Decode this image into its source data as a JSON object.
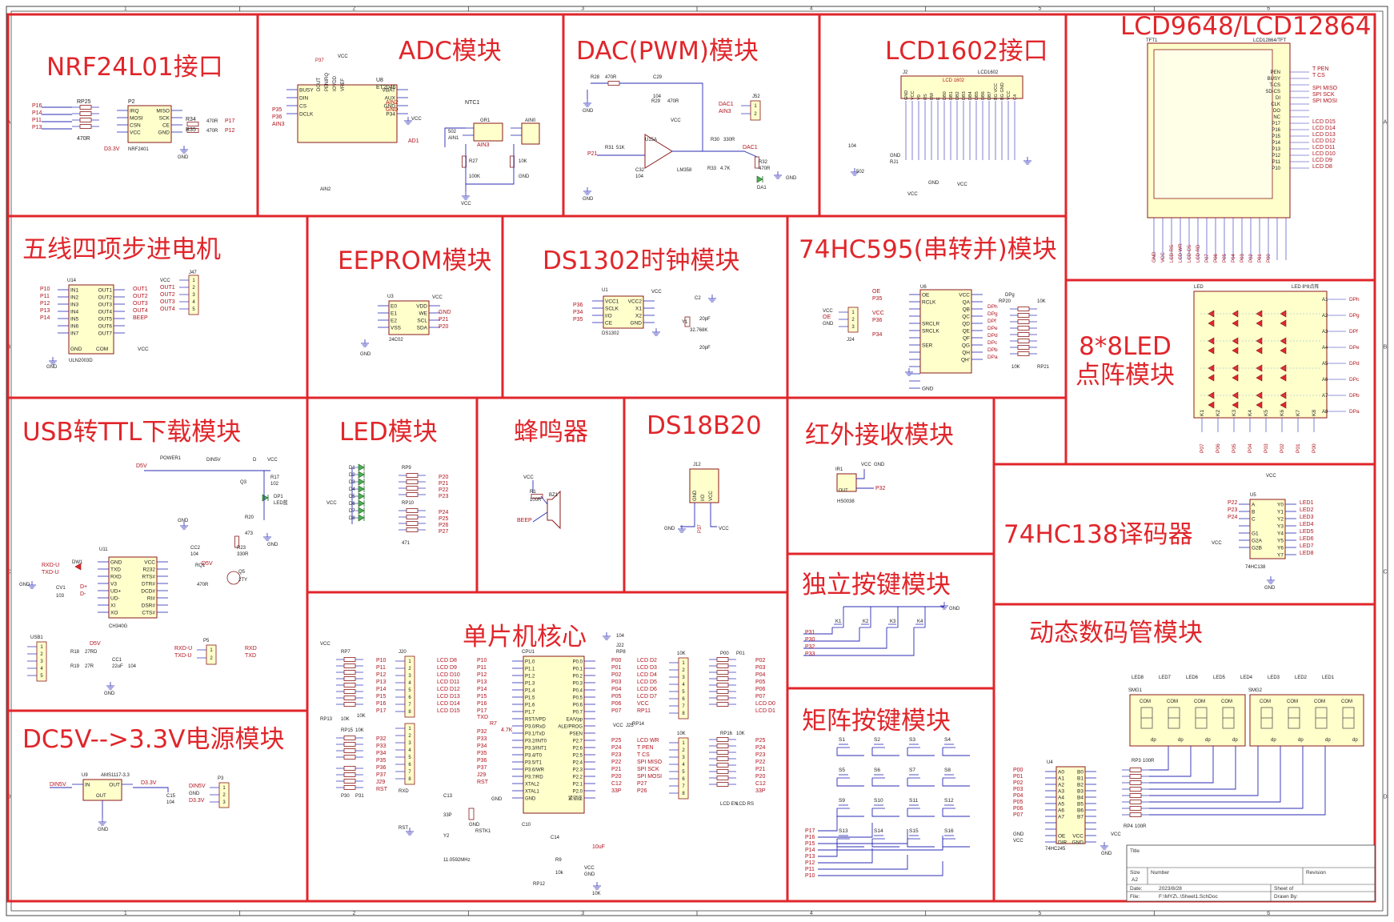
{
  "modules": [
    {
      "id": "nrf",
      "title": "NRF24L01接口"
    },
    {
      "id": "adc",
      "title": "ADC模块"
    },
    {
      "id": "dac",
      "title": "DAC(PWM)模块"
    },
    {
      "id": "lcd1602",
      "title": "LCD1602接口"
    },
    {
      "id": "lcd9648",
      "title": "LCD9648/LCD12864"
    },
    {
      "id": "stepper",
      "title": "五线四项步进电机"
    },
    {
      "id": "eeprom",
      "title": "EEPROM模块"
    },
    {
      "id": "ds1302",
      "title": "DS1302时钟模块"
    },
    {
      "id": "hc595",
      "title": "74HC595(串转并)模块"
    },
    {
      "id": "matrix",
      "title": "8*8LED 点阵模块"
    },
    {
      "id": "usbttl",
      "title": "USB转TTL下载模块"
    },
    {
      "id": "led",
      "title": "LED模块"
    },
    {
      "id": "buzzer",
      "title": "蜂鸣器"
    },
    {
      "id": "ds18b20",
      "title": "DS18B20"
    },
    {
      "id": "ir",
      "title": "红外接收模块"
    },
    {
      "id": "hc138",
      "title": "74HC138译码器"
    },
    {
      "id": "keys",
      "title": "独立按键模块"
    },
    {
      "id": "mcu",
      "title": "单片机核心"
    },
    {
      "id": "seg",
      "title": "动态数码管模块"
    },
    {
      "id": "power",
      "title": "DC5V-->3.3V电源模块"
    },
    {
      "id": "matkeys",
      "title": "矩阵按键模块"
    }
  ],
  "labels": {
    "nrf": [
      "P16",
      "P14",
      "P11",
      "P13",
      "RP25",
      "470R",
      "P2",
      "IRQ",
      "MOSI",
      "CSN",
      "VCC",
      "MISO",
      "SCK",
      "CE",
      "GND",
      "R34",
      "R35",
      "470R",
      "470R",
      "P17",
      "P12",
      "D3.3V",
      "NRF2401",
      "GND"
    ],
    "adc": [
      "P37",
      "VCC",
      "U8",
      "ET2046",
      "BUSY",
      "DIN",
      "CS",
      "DCLK",
      "DOUT",
      "PENIRQ",
      "IOVDD",
      "VREF",
      "VBAT",
      "AUX",
      "GND",
      "P34",
      "P35",
      "P36",
      "AIN3",
      "AIN2",
      "GND",
      "VCC",
      "NTC1",
      "GR1",
      "AIN0",
      "AD1",
      "502",
      "AIN1",
      "R26",
      "R27",
      "10K",
      "100K",
      "GND",
      "VCC",
      "AIN2",
      "AIN3"
    ],
    "dac": [
      "R28",
      "470R",
      "C29",
      "104",
      "R29",
      "470R",
      "VCC",
      "GND",
      "DAC1",
      "AIN3",
      "J52",
      "R31",
      "51K",
      "U15A",
      "P21",
      "C32",
      "104",
      "LM358",
      "R30",
      "330R",
      "R33",
      "4.7K",
      "DAC1",
      "R32",
      "470R",
      "DA1",
      "GND",
      "GND"
    ],
    "lcd1602": [
      "J2",
      "LCD1602",
      "LCD 1602",
      "GND",
      "VCC",
      "V0",
      "RS",
      "RW",
      "E",
      "DB0",
      "DB1",
      "DB2",
      "DB3",
      "DB4",
      "DB5",
      "DB6",
      "DB7",
      "BG VCC",
      "BG GND",
      "VCC",
      "C4",
      "104",
      "GND",
      "RJ1",
      "502",
      "VCC",
      "GND",
      "VCC"
    ],
    "lcd9648": [
      "TFT1",
      "LCD12864/TFT",
      "PEN",
      "BUSY",
      "T-CS",
      "SD-CS",
      "DI",
      "CLK",
      "DO",
      "NC",
      "P17",
      "P16",
      "P15",
      "P14",
      "P13",
      "P12",
      "P11",
      "P10",
      "T PEN",
      "T CS",
      "SPI MISO",
      "SPI SCK",
      "SPI MOSI",
      "LCD D15",
      "LCD D14",
      "LCD D13",
      "LCD D12",
      "LCD D11",
      "LCD D10",
      "LCD D9",
      "LCD D8",
      "GND",
      "VCC",
      "LCD RS",
      "LCD WR",
      "LCD CS",
      "LCD RD",
      "P07",
      "P06",
      "P05",
      "P04",
      "P03",
      "P02",
      "P01",
      "P00"
    ],
    "stepper": [
      "U14",
      "P10",
      "P11",
      "P12",
      "P13",
      "P14",
      "IN1",
      "IN2",
      "IN3",
      "IN4",
      "IN5",
      "IN6",
      "IN7",
      "OUT1",
      "OUT2",
      "OUT3",
      "OUT4",
      "OUT5",
      "OUT6",
      "OUT7",
      "OUT1",
      "OUT2",
      "OUT3",
      "OUT4",
      "BEEP",
      "GND",
      "COM",
      "VCC",
      "ULN2003D",
      "GND",
      "J47",
      "VCC"
    ],
    "eeprom": [
      "U3",
      "E0",
      "E1",
      "E2",
      "VSS",
      "VDD",
      "WE",
      "SCL",
      "SDA",
      "VCC",
      "GND",
      "P21",
      "P20",
      "24C02",
      "GND"
    ],
    "ds1302": [
      "U1",
      "VCC1",
      "VCC2",
      "SCLK",
      "X1",
      "I/O",
      "X2",
      "CE",
      "GND",
      "P36",
      "P34",
      "P35",
      "DS1302",
      "VCC",
      "C2",
      "20pF",
      "Y1",
      "32.768K",
      "20pF"
    ],
    "hc595": [
      "U6",
      "OE",
      "RCLK",
      "VCC",
      "P35",
      "VCC",
      "OE",
      "GND",
      "J24",
      "SRCLR",
      "SRCLK",
      "P36",
      "P34",
      "SER",
      "QA",
      "QB",
      "QC",
      "QD",
      "QE",
      "QF",
      "QG",
      "QH",
      "QH'",
      "GND",
      "RP20",
      "10K",
      "10K",
      "RP21",
      "DPh",
      "DPg",
      "DPf",
      "DPe",
      "DPd",
      "DPc",
      "DPb",
      "DPa",
      "GND",
      "VCC"
    ],
    "matrix": [
      "LED",
      "LED 8*8点阵",
      "A1",
      "A2",
      "A3",
      "A4",
      "A5",
      "A6",
      "A7",
      "A8",
      "DPh",
      "DPg",
      "DPf",
      "DPe",
      "DPd",
      "DPc",
      "DPb",
      "DPa",
      "K1",
      "K2",
      "K3",
      "K4",
      "K5",
      "K6",
      "K7",
      "K8",
      "P07",
      "P06",
      "P05",
      "P04",
      "P03",
      "P02",
      "P01",
      "P00"
    ],
    "usbttl": [
      "D5V",
      "POWER1",
      "DIN5V",
      "D",
      "VCC",
      "Q3",
      "R17",
      "102",
      "DP1",
      "LED蓝",
      "R20",
      "473",
      "GND",
      "GND",
      "CC2",
      "104",
      "D5V",
      "R23",
      "330R",
      "U11",
      "GND",
      "TXD",
      "RXD",
      "V3",
      "UD+",
      "UD-",
      "XI",
      "XO",
      "VCC",
      "R232",
      "RTS#",
      "DTR#",
      "DCD#",
      "RI#",
      "DSR#",
      "CTS#",
      "RXD-U",
      "TXD-U",
      "D+",
      "D-",
      "DW1",
      "CV1",
      "103",
      "RQ1",
      "470R",
      "Q5",
      "2TY",
      "CH340G",
      "GND",
      "USB1",
      "R18",
      "R19",
      "27RD",
      "27R",
      "D5V",
      "CC1",
      "22uF",
      "104",
      "GND",
      "P5",
      "RXD-U",
      "TXD-U",
      "RXD",
      "TXD"
    ],
    "led": [
      "D1",
      "D2",
      "D3",
      "D4",
      "D5",
      "D6",
      "D7",
      "D8",
      "VCC",
      "RP9",
      "RP10",
      "P20",
      "P21",
      "P22",
      "P23",
      "P24",
      "P25",
      "P26",
      "P27",
      "471"
    ],
    "buzzer": [
      "VCC",
      "R1",
      "100R",
      "BZ1",
      "BEEP"
    ],
    "ds18b20": [
      "J12",
      "GND",
      "I/O",
      "VCC",
      "GND",
      "VCC",
      "P37"
    ],
    "ir": [
      "IR1",
      "VCC",
      "GND",
      "OUT",
      "P32",
      "HS0038"
    ],
    "hc138": [
      "VCC",
      "U5",
      "P22",
      "P23",
      "P24",
      "A",
      "B",
      "C",
      "G1",
      "G2A",
      "G2B",
      "Y0",
      "Y1",
      "Y2",
      "Y3",
      "Y4",
      "Y5",
      "Y6",
      "Y7",
      "LED1",
      "LED2",
      "LED3",
      "LED4",
      "LED5",
      "LED6",
      "LED7",
      "LED8",
      "VCC",
      "74HC138",
      "GND"
    ],
    "keys": [
      "K1",
      "K2",
      "K3",
      "K4",
      "P31",
      "P30",
      "P32",
      "P33",
      "GND"
    ],
    "mcu": [
      "VCC",
      "RP7",
      "10K",
      "P10",
      "P11",
      "P12",
      "P13",
      "P14",
      "P15",
      "P16",
      "P17",
      "J20",
      "LCD D8",
      "LCD D9",
      "LCD D10",
      "LCD D11",
      "LCD D12",
      "LCD D13",
      "LCD D14",
      "LCD D15",
      "CPU1",
      "P1.0",
      "P1.1",
      "P1.2",
      "P1.3",
      "P1.4",
      "P1.5",
      "P1.6",
      "P1.7",
      "RST/VPD",
      "P3.0/RxD",
      "P3.1/TxD",
      "P3.2/INT0",
      "P3.3/INT1",
      "P3.4/T0",
      "P3.5/T1",
      "P3.6/WR",
      "P3.7/RD",
      "XTAL2",
      "XTAL1",
      "GND",
      "VCC",
      "P0.0",
      "P0.1",
      "P0.2",
      "P0.3",
      "P0.4",
      "P0.5",
      "P0.6",
      "P0.7",
      "EA/Vpp",
      "ALE/PROG",
      "PSEN",
      "P2.7",
      "P2.6",
      "P2.5",
      "P2.4",
      "P2.3",
      "P2.2",
      "P2.1",
      "P2.0",
      "紧锁座",
      "GND",
      "C10",
      "104",
      "J22",
      "RP8",
      "10K",
      "P00",
      "P01",
      "P02",
      "P03",
      "P04",
      "P05",
      "P06",
      "P07",
      "LCD D0",
      "LCD D1",
      "LCD D2",
      "LCD D3",
      "LCD D4",
      "LCD D5",
      "LCD D6",
      "LCD D7",
      "VCC",
      "RP11",
      "RP13",
      "10K",
      "RP15",
      "10K",
      "P30",
      "P31",
      "P32",
      "P33",
      "P34",
      "P35",
      "P36",
      "P37",
      "J29",
      "RST",
      "RXD",
      "TXD",
      "R7",
      "4.7K",
      "VCC",
      "J25",
      "RP14",
      "10K",
      "RP16",
      "10K",
      "LCD EN",
      "LCD RS",
      "LCD WR",
      "T PEN",
      "T CS",
      "SPI MISO",
      "SPI SCK",
      "SPI MOSI",
      "P27",
      "P26",
      "P25",
      "P24",
      "P23",
      "P22",
      "P21",
      "P20",
      "C12",
      "33P",
      "C13",
      "33P",
      "Y2",
      "11.0592MHz",
      "GND",
      "RSTK1",
      "RST",
      "C14",
      "10uF",
      "R9",
      "10k",
      "VCC",
      "GND",
      "RP12",
      "10K"
    ],
    "seg": [
      "LED8",
      "LED7",
      "LED6",
      "LED5",
      "LED4",
      "LED3",
      "LED2",
      "LED1",
      "SMG1",
      "SMG2",
      "COM",
      "dp",
      "U4",
      "A0",
      "A1",
      "A2",
      "A3",
      "A4",
      "A5",
      "A6",
      "A7",
      "B0",
      "B1",
      "B2",
      "B3",
      "B4",
      "B5",
      "B6",
      "B7",
      "P00",
      "P01",
      "P02",
      "P03",
      "P04",
      "P05",
      "P06",
      "P07",
      "OE",
      "DIR",
      "VCC",
      "GND",
      "GND",
      "VCC",
      "74HC245",
      "RP3",
      "100R",
      "RP4",
      "100R",
      "GND",
      "VCC"
    ],
    "power": [
      "U9",
      "AMS1117-3.3",
      "IN",
      "OUT",
      "OUT",
      "GND",
      "DIN5V",
      "D3.3V",
      "C15",
      "104",
      "GND",
      "P3",
      "DIN5V",
      "GND",
      "D3.3V"
    ],
    "matkeys": [
      "S1",
      "S2",
      "S3",
      "S4",
      "S5",
      "S6",
      "S7",
      "S8",
      "S9",
      "S10",
      "S11",
      "S12",
      "S13",
      "S14",
      "S15",
      "S16",
      "P17",
      "P16",
      "P15",
      "P14",
      "P13",
      "P12",
      "P11",
      "P10"
    ]
  },
  "titleblock": {
    "title": "Title",
    "size": "Size",
    "size_val": "A2",
    "number": "Number",
    "revision": "Revision",
    "date": "Date:",
    "date_val": "2023/8/28",
    "file": "File:",
    "file_val": "F:\\MYZ\\..\\Sheet1.SchDoc",
    "sheet": "Sheet   of",
    "drawn": "Drawn By:"
  },
  "border": {
    "cols": [
      "1",
      "2",
      "3",
      "4",
      "5",
      "6"
    ],
    "rows": [
      "A",
      "B",
      "C",
      "D"
    ]
  },
  "colors": {
    "frame": "#e0262b",
    "ink": "#1c1c8c",
    "wire": "#2b2bb5",
    "net": "#b0131d",
    "part": "#ffffcc",
    "partEdge": "#8b1a1a",
    "bg": "#ffffff"
  }
}
